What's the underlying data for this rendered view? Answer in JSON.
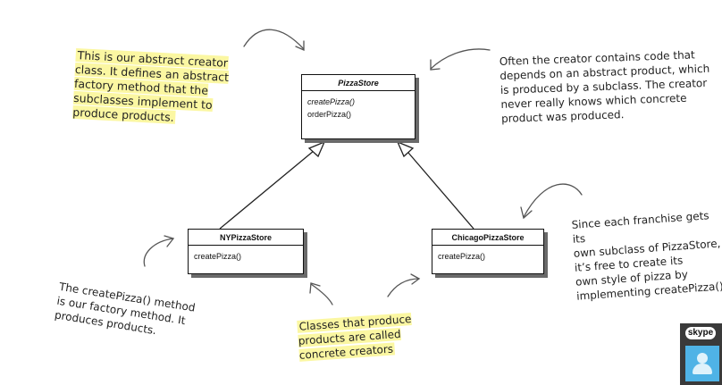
{
  "diagram": {
    "classes": {
      "pizza_store": {
        "name": "PizzaStore",
        "ops": [
          "createPizza()",
          "orderPizza()"
        ]
      },
      "ny_pizza_store": {
        "name": "NYPizzaStore",
        "ops": [
          "createPizza()"
        ]
      },
      "chicago_pizza_store": {
        "name": "ChicagoPizzaStore",
        "ops": [
          "createPizza()"
        ]
      }
    },
    "notes": {
      "abstract_creator": "This is our abstract creator\nclass.  It defines an abstract\nfactory method that the\nsubclasses implement to\nproduce products.",
      "creator_code": "Often the creator contains code that\ndepends on an abstract product, which\nis produced by a subclass.  The creator\nnever really knows which concrete\nproduct was produced.",
      "franchise": "Since each franchise gets its\nown subclass of PizzaStore,\nit’s free to create its\nown style of pizza by\nimplementing createPizza().",
      "factory_method": "The createPizza() method\nis our factory method.  It\nproduces products.",
      "concrete_creators": "Classes that produce\nproducts are called\nconcrete creators"
    },
    "highlight_color": "#fbf7a2"
  },
  "skype": {
    "logo": "skype",
    "icons": [
      "skype-logo-icon",
      "user-avatar-icon"
    ]
  }
}
